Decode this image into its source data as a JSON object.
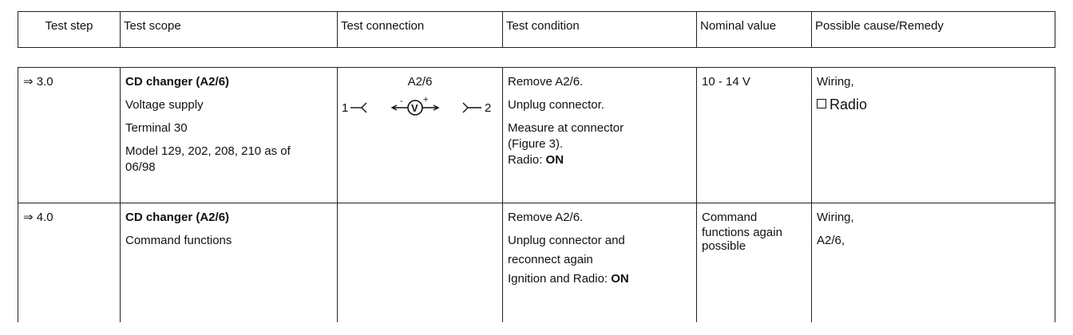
{
  "header": {
    "test_step": "Test step",
    "test_scope": "Test scope",
    "test_connection": "Test connection",
    "test_condition": "Test condition",
    "nominal_value": "Nominal value",
    "possible_cause": "Possible cause/Remedy"
  },
  "rows": [
    {
      "step": "⇒ 3.0",
      "scope_title": "CD changer (A2/6)",
      "scope_lines": [
        "Voltage supply",
        "Terminal 30",
        "Model 129,  202, 208, 210 as of",
        "06/98"
      ],
      "connection": {
        "component": "A2/6",
        "pin_left": "1",
        "pin_right": "2",
        "meter_symbol": "V",
        "minus": "-",
        "plus": "+"
      },
      "condition_lines": [
        "Remove A2/6.",
        "Unplug connector.",
        "Measure at connector",
        "(Figure 3)."
      ],
      "condition_last_prefix": "Radio: ",
      "condition_last_bold": "ON",
      "nominal": "10 - 14 V",
      "cause_lines": [
        "Wiring,"
      ],
      "cause_box_label": "Radio"
    },
    {
      "step": "⇒ 4.0",
      "scope_title": "CD changer (A2/6)",
      "scope_lines": [
        "Command functions"
      ],
      "condition_lines": [
        "Remove A2/6.",
        "Unplug connector and",
        "reconnect again"
      ],
      "condition_last_prefix": "Ignition and Radio: ",
      "condition_last_bold": "ON",
      "nominal_lines": [
        "Command",
        "functions again",
        "possible"
      ],
      "cause_lines": [
        "Wiring,",
        "A2/6,"
      ]
    }
  ]
}
